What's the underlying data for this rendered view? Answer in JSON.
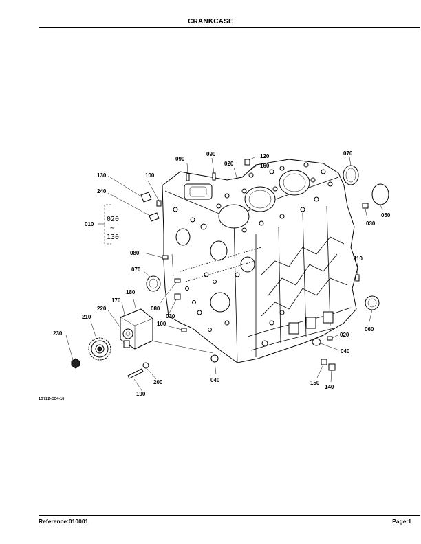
{
  "header": {
    "title": "CRANKCASE"
  },
  "footer": {
    "reference": "Reference:010001",
    "page": "Page:1"
  },
  "figure": {
    "figure_id": "1G722-CC4-10",
    "callouts": {
      "c010": "010",
      "c020_a": "020",
      "c020_b": "020",
      "c020_group": "020",
      "c030_a": "030",
      "c030_b": "030",
      "c040_a": "040",
      "c040_b": "040",
      "c050": "050",
      "c060": "060",
      "c070_a": "070",
      "c070_b": "070",
      "c080_a": "080",
      "c080_b": "080",
      "c090_a": "090",
      "c090_b": "090",
      "c100_a": "100",
      "c100_b": "100",
      "c110": "110",
      "c120": "120",
      "c130": "130",
      "c130_group": "130",
      "c140": "140",
      "c150": "150",
      "c160": "160",
      "c170": "170",
      "c180": "180",
      "c190": "190",
      "c200": "200",
      "c210": "210",
      "c220": "220",
      "c230": "230",
      "c240": "240",
      "group_tilde": "~"
    }
  }
}
